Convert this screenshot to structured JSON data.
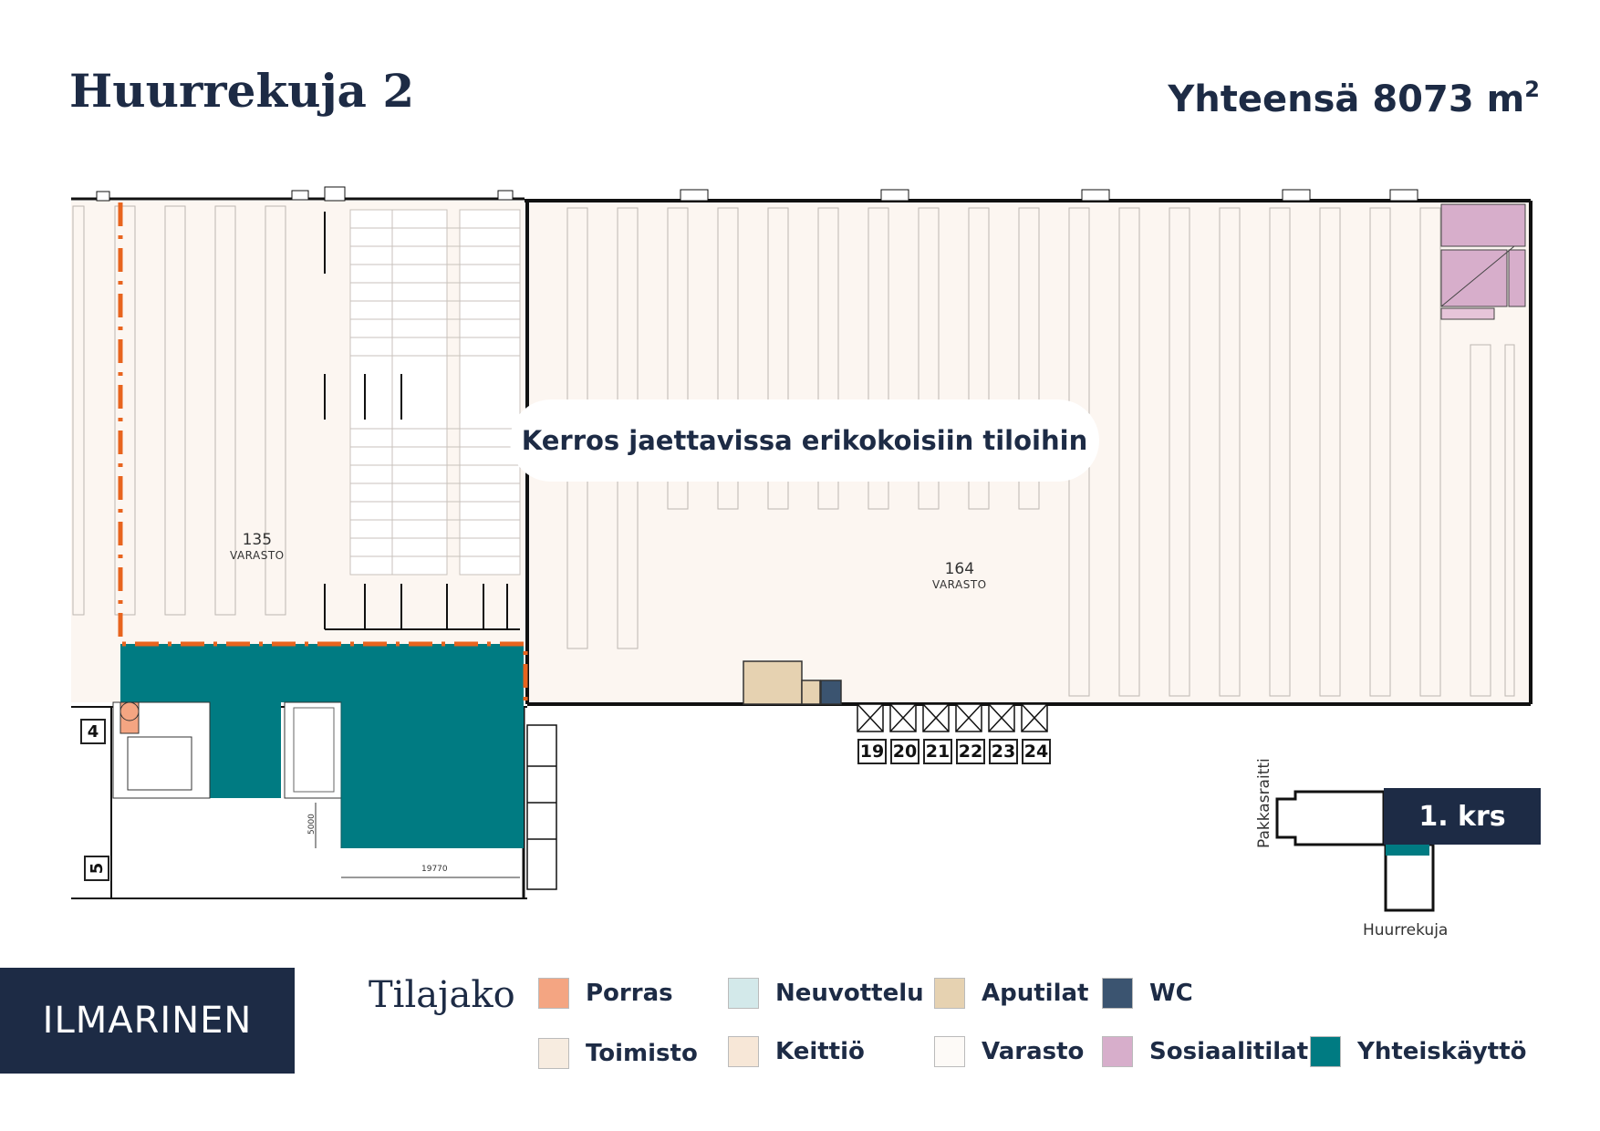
{
  "header": {
    "title": "Huurrekuja 2",
    "total_prefix": "Yhteensä 8073 m",
    "total_sup": "2"
  },
  "plan": {
    "callout": "Kerros jaettavissa erikokoisiin tiloihin",
    "rooms": [
      {
        "number": "135",
        "type": "VARASTO"
      },
      {
        "number": "164",
        "type": "VARASTO"
      }
    ],
    "gates": [
      "19",
      "20",
      "21",
      "22",
      "23",
      "24"
    ],
    "side_markers": [
      "4",
      "5"
    ],
    "dimensions": [
      "5000",
      "19770"
    ]
  },
  "locator": {
    "floor": "1. krs",
    "street_vertical": "Pakkasraitti",
    "street_horizontal": "Huurrekuja"
  },
  "brand": {
    "logo": "ILMARINEN"
  },
  "legend": {
    "title": "Tilajako",
    "items": [
      {
        "label": "Porras",
        "color": "#f4a582"
      },
      {
        "label": "Neuvottelu",
        "color": "#d3e9ea"
      },
      {
        "label": "Aputilat",
        "color": "#e6d2b1"
      },
      {
        "label": "WC",
        "color": "#3b5470"
      },
      {
        "label": "Toimisto",
        "color": "#f7ece0"
      },
      {
        "label": "Keittiö",
        "color": "#f7e7d7"
      },
      {
        "label": "Varasto",
        "color": "#fdfaf7"
      },
      {
        "label": "Sosiaalitilat",
        "color": "#d7aecb"
      },
      {
        "label": "Yhteiskäyttö",
        "color": "#007b82"
      }
    ]
  },
  "colors": {
    "navy": "#1d2b45",
    "teal": "#007b82",
    "orange_dash": "#e8641e",
    "warehouse_fill": "#fcf6f1"
  }
}
